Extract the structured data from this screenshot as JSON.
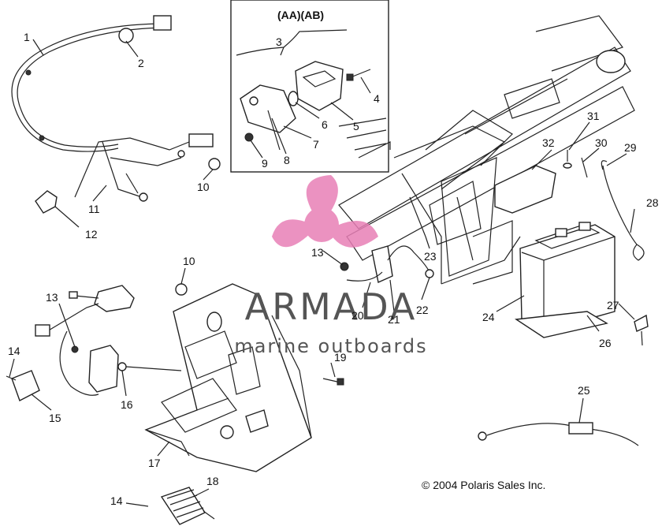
{
  "inset": {
    "label": "(AA)(AB)"
  },
  "watermark": {
    "brand": "ARMADA",
    "tagline": "marine outboards",
    "logo_color": "#e87fb6",
    "text_color": "#555555"
  },
  "copyright": "© 2004 Polaris Sales Inc.",
  "callouts": {
    "c1": "1",
    "c2": "2",
    "c3": "3",
    "c4": "4",
    "c5": "5",
    "c6": "6",
    "c7": "7",
    "c8": "8",
    "c9": "9",
    "c10a": "10",
    "c10b": "10",
    "c11": "11",
    "c12": "12",
    "c13a": "13",
    "c13b": "13",
    "c14a": "14",
    "c14b": "14",
    "c15": "15",
    "c16": "16",
    "c17": "17",
    "c18": "18",
    "c19": "19",
    "c20": "20",
    "c21": "21",
    "c22": "22",
    "c23": "23",
    "c24": "24",
    "c25": "25",
    "c26": "26",
    "c27": "27",
    "c28": "28",
    "c29": "29",
    "c30": "30",
    "c31": "31",
    "c32": "32"
  }
}
